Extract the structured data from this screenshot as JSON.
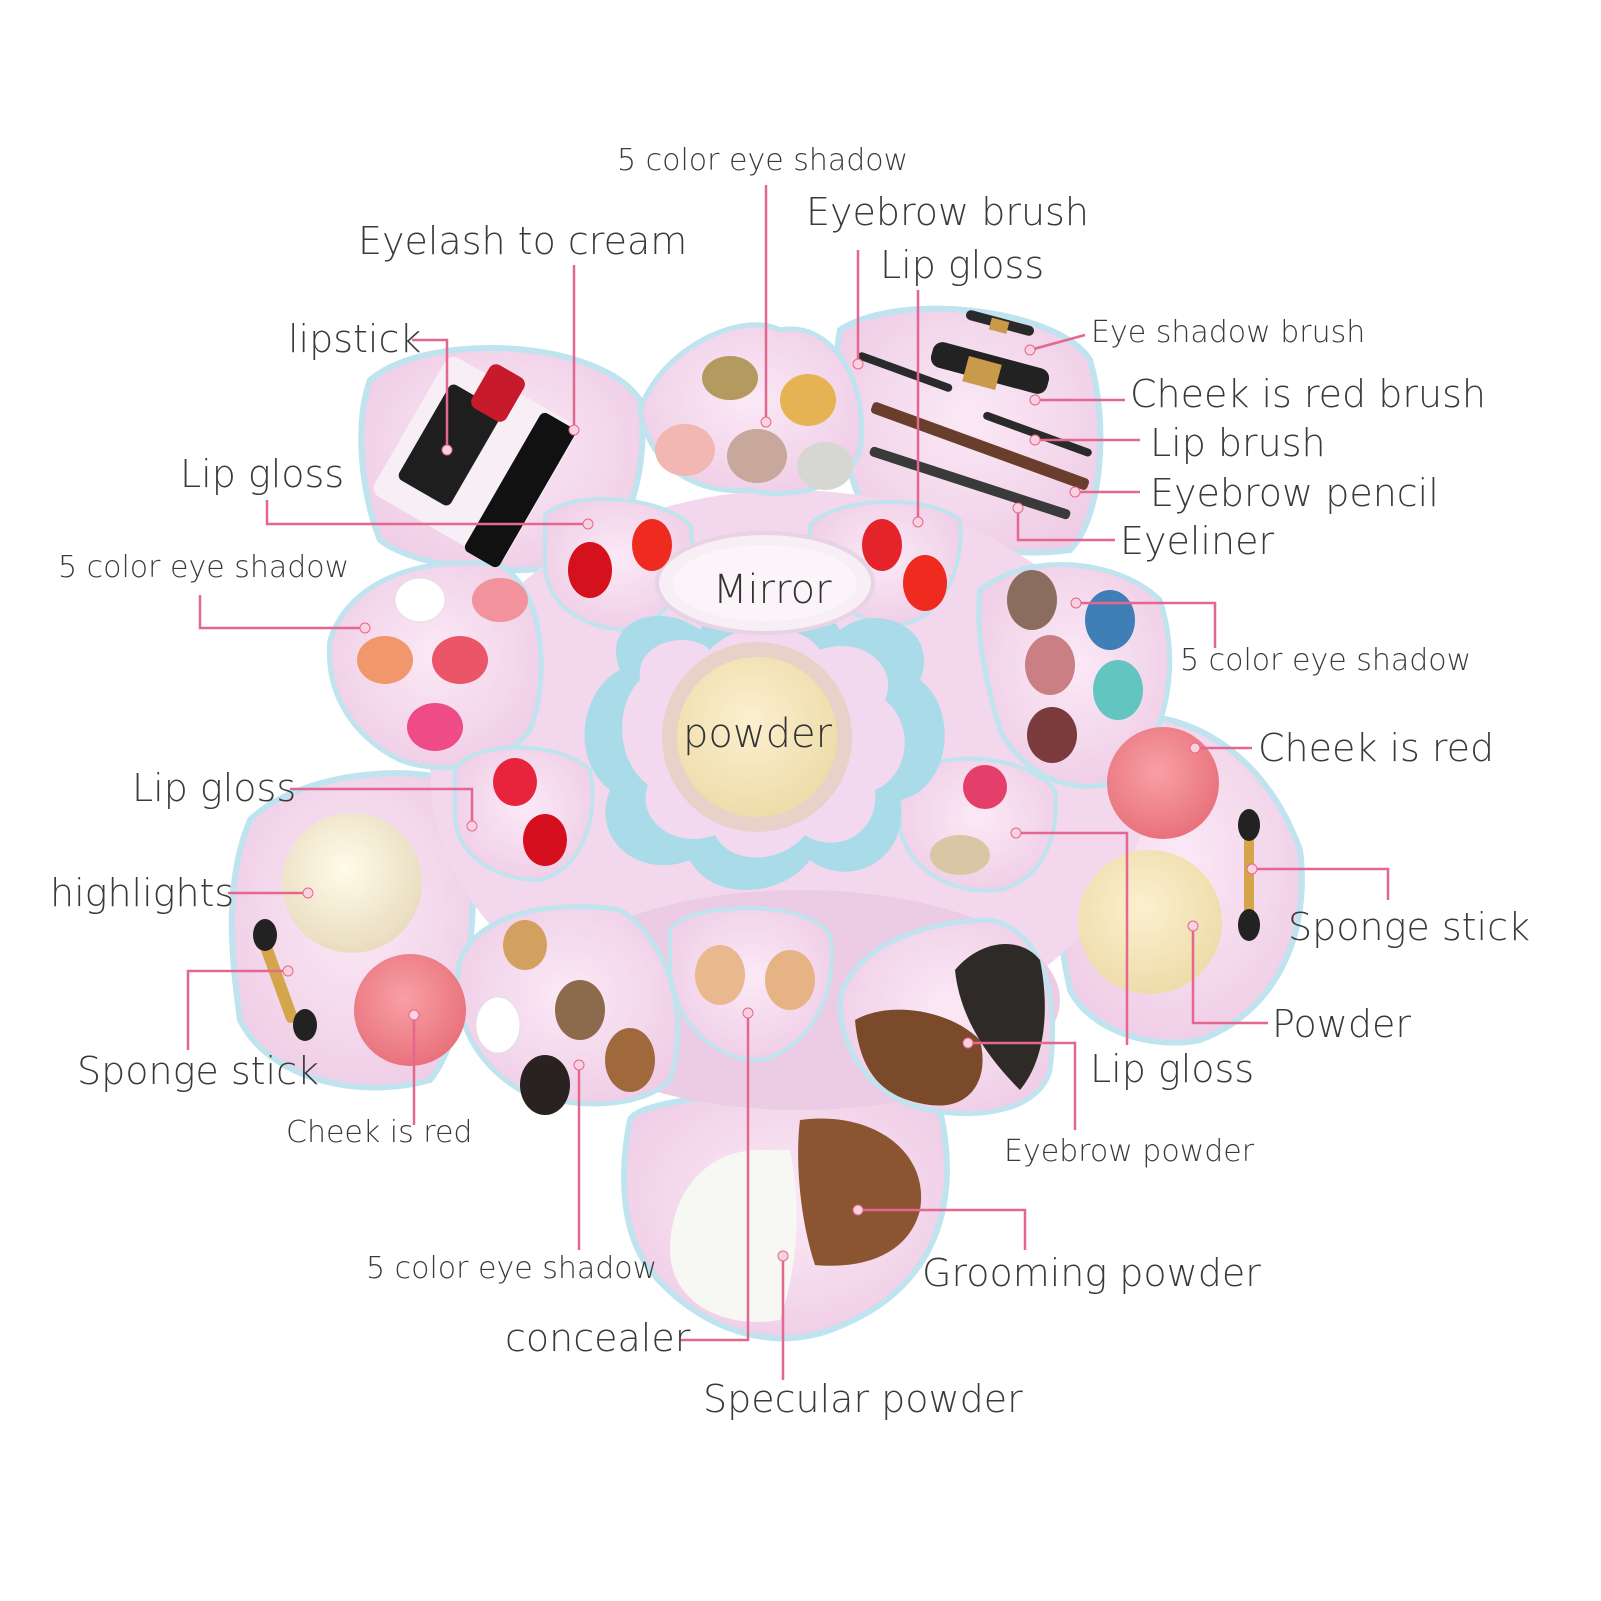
{
  "colors": {
    "leader": "#e4678f",
    "dot": "#f7c6d6",
    "petal": "#f4d4ec",
    "petal_edge": "#bfe3ef",
    "text": "#3a3a3a"
  },
  "center": {
    "mirror": "Mirror",
    "powder": "powder"
  },
  "labels": {
    "eyeshadow_top": "5 color eye shadow",
    "eyebrow_brush": "Eyebrow brush",
    "lip_gloss_top": "Lip gloss",
    "eyelash_cream": "Eyelash to cream",
    "lipstick": "lipstick",
    "eye_shadow_brush": "Eye shadow brush",
    "cheek_red_brush": "Cheek is red brush",
    "lip_brush": "Lip brush",
    "eyebrow_pencil": "Eyebrow pencil",
    "eyeliner": "Eyeliner",
    "lip_gloss_left_upper": "Lip gloss",
    "eyeshadow_left": "5 color eye shadow",
    "eyeshadow_right": "5 color eye shadow",
    "cheek_red_right": "Cheek is red",
    "lip_gloss_left": "Lip gloss",
    "highlights": "highlights",
    "sponge_stick_right": "Sponge stick",
    "powder_right": "Powder",
    "sponge_stick_left": "Sponge stick",
    "lip_gloss_right": "Lip gloss",
    "cheek_red_left": "Cheek is red",
    "eyebrow_powder": "Eyebrow powder",
    "eyeshadow_bottom": "5 color eye shadow",
    "grooming_powder": "Grooming powder",
    "concealer": "concealer",
    "specular_powder": "Specular powder"
  }
}
